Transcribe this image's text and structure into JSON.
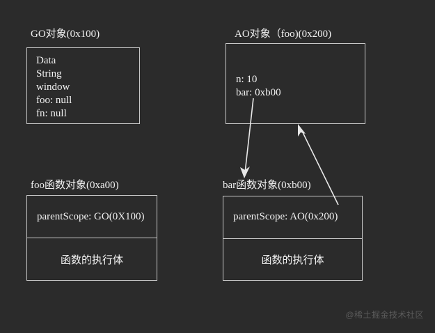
{
  "canvas": {
    "background": "#2b2b2b",
    "line_color": "#c9c9c9",
    "text_color": "#f2f2f2",
    "watermark_color": "#5b5b5b"
  },
  "go_object": {
    "label": "GO对象(0x100)",
    "entries": "Data\nString\nwindow\nfoo: null\nfn: null"
  },
  "ao_object": {
    "label": "AO对象（foo)(0x200)",
    "entries": "n: 10\nbar: 0xb00"
  },
  "foo_function": {
    "label": "foo函数对象(0xa00)",
    "scope": "parentScope: GO(0X100)",
    "body": "函数的执行体"
  },
  "bar_function": {
    "label": "bar函数对象(0xb00)",
    "scope": "parentScope: AO(0x200)",
    "body": "函数的执行体"
  },
  "arrows": [
    {
      "name": "bar-ref-to-bar-function",
      "from": "ao_object.bar_entry",
      "to": "bar_function.label"
    },
    {
      "name": "bar-parentscope-to-ao-object",
      "from": "bar_function.scope",
      "to": "ao_object"
    }
  ],
  "watermark": {
    "text": "@稀土掘金技术社区"
  }
}
